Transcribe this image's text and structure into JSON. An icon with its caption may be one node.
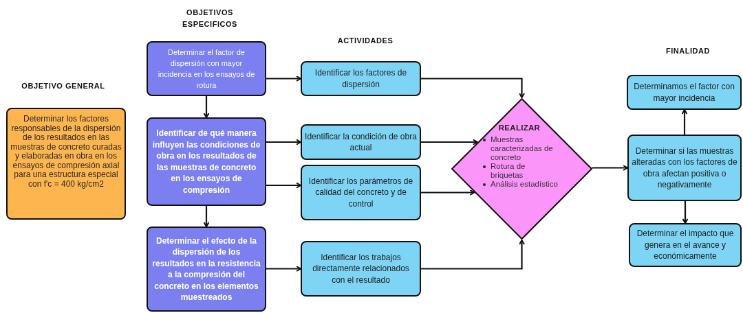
{
  "diagram": {
    "nodes": [
      {
        "text": [
          "Determinar los factores responsables de la dispersión de los resultados en las muestras de concreto curadas y elaboradas en obra en los ensayos de compresión axial para una estructura especial con f'c = 400 kg/cm2"
        ]
      },
      {
        "text": [
          "Determinar el factor de dispersión con mayor incidencia en los ensayos de rotura"
        ]
      },
      {
        "text": [
          "Identificar de qué manera influyen las condiciones de obra en los resultados de las muestras de concreto en los ensayos de compresión"
        ]
      },
      {
        "text": [
          "Determinar el efecto de la dispersión de los resultados en la resistencia a la compresión del concreto en los elementos muestreados"
        ]
      },
      {
        "text": [
          "Identificar los factores de dispersión"
        ]
      },
      {
        "text": [
          "Identificar la condición de obra actual"
        ]
      },
      {
        "text": [
          "Identificar los parámetros de calidad del concreto y de control"
        ]
      },
      {
        "text": [
          "Identificar los trabajos directamente relacionados con el resultado"
        ]
      },
      {
        "text": [
          "REALIZAR",
          "Muestras caracterizadas de concreto",
          "Rotura de briquetas",
          "Análisis estadístico"
        ]
      },
      {
        "text": [
          "Determinar si las muestras alteradas con los factores de obra afectan positiva o negativamente"
        ]
      },
      {
        "text": [
          "Determinamos el factor con mayor incidencia"
        ]
      },
      {
        "text": [
          "Determinar el impacto que genera en el avance y económicamente"
        ]
      }
    ],
    "edges": [
      {
        "from": 1,
        "to": 2,
        "arrow": "to"
      },
      {
        "from": 2,
        "to": 3,
        "arrow": "to"
      },
      {
        "from": 1,
        "to": 4,
        "arrow": "to"
      },
      {
        "from": 2,
        "to": 5,
        "arrow": "to"
      },
      {
        "from": 2,
        "to": 6,
        "arrow": "to"
      },
      {
        "from": 3,
        "to": 7,
        "arrow": "to"
      },
      {
        "from": 4,
        "to": 8,
        "arrow": "to"
      },
      {
        "from": 5,
        "to": 8,
        "arrow": "to"
      },
      {
        "from": 6,
        "to": 8,
        "arrow": "to"
      },
      {
        "from": 7,
        "to": 8,
        "arrow": "to"
      },
      {
        "from": 8,
        "to": 9,
        "arrow": "to"
      },
      {
        "from": 9,
        "to": 10,
        "arrow": "to"
      },
      {
        "from": 9,
        "to": 11,
        "arrow": "to"
      }
    ],
    "labels": [
      "OBJETIVOS ESPECIFICOS",
      "ACTIVIDADES",
      "FINALIDAD",
      "OBJETIVO GENERAL"
    ]
  }
}
